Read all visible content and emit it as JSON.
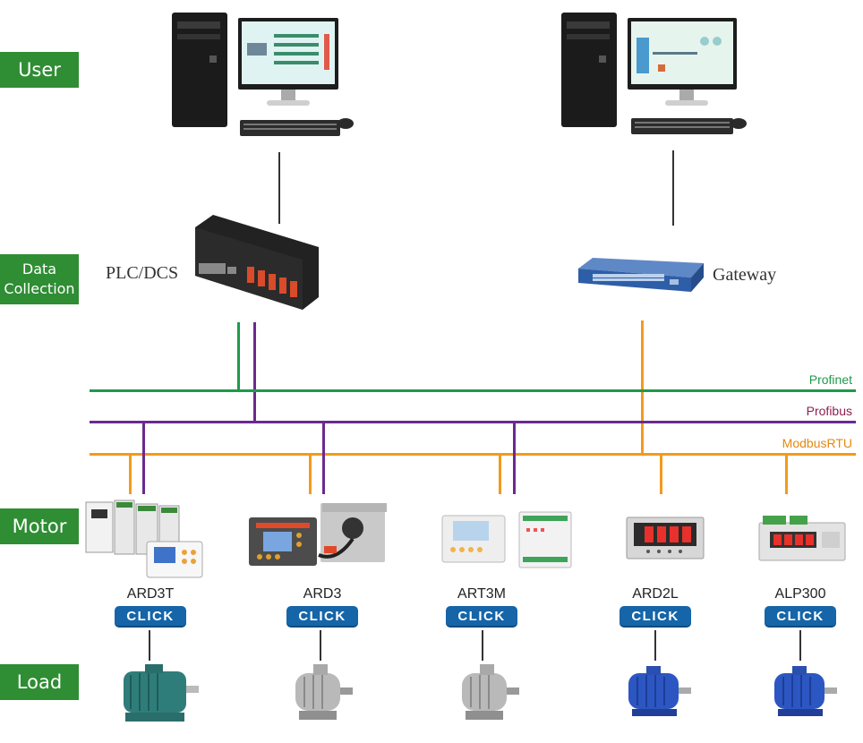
{
  "tiers": {
    "user": "User",
    "data_line1": "Data",
    "data_line2": "Collection",
    "motor": "Motor",
    "load": "Load"
  },
  "nodes": {
    "plc": "PLC/DCS",
    "gateway": "Gateway"
  },
  "buses": {
    "profinet": "Profinet",
    "profibus": "Profibus",
    "modbus": "ModbusRTU"
  },
  "colors": {
    "tier_bg": "#2f8d34",
    "profinet": "#1f9a4a",
    "profibus": "#6a2a8f",
    "modbus": "#f39a1c",
    "click": "#1565a8"
  },
  "devices": [
    {
      "label": "ARD3T",
      "button": "CLICK"
    },
    {
      "label": "ARD3",
      "button": "CLICK"
    },
    {
      "label": "ART3M",
      "button": "CLICK"
    },
    {
      "label": "ARD2L",
      "button": "CLICK"
    },
    {
      "label": "ALP300",
      "button": "CLICK"
    }
  ],
  "icons": [
    "computer-icon",
    "plc-icon",
    "gateway-switch-icon",
    "protector-device-icon",
    "motor-icon"
  ]
}
